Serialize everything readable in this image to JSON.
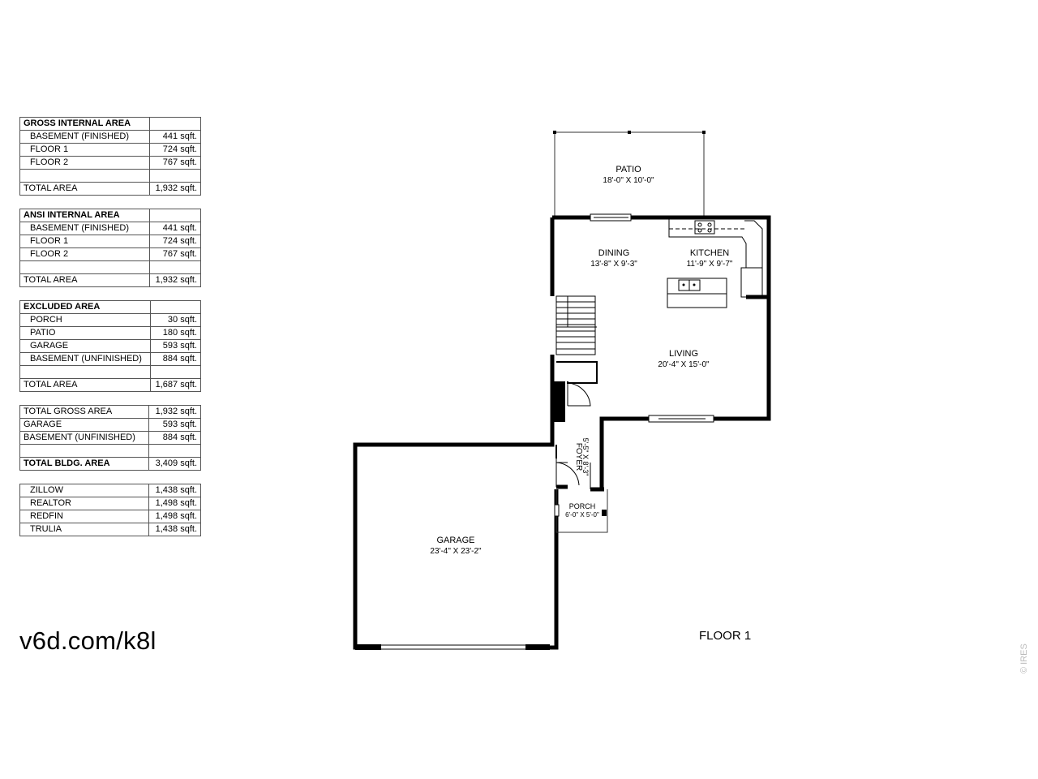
{
  "gross_internal": {
    "header": "GROSS INTERNAL AREA",
    "rows": [
      {
        "label": "BASEMENT (FINISHED)",
        "value": "441 sqft."
      },
      {
        "label": "FLOOR 1",
        "value": "724 sqft."
      },
      {
        "label": "FLOOR 2",
        "value": "767 sqft."
      }
    ],
    "total_label": "TOTAL AREA",
    "total_value": "1,932 sqft."
  },
  "ansi_internal": {
    "header": "ANSI INTERNAL AREA",
    "rows": [
      {
        "label": "BASEMENT (FINISHED)",
        "value": "441 sqft."
      },
      {
        "label": "FLOOR 1",
        "value": "724 sqft."
      },
      {
        "label": "FLOOR 2",
        "value": "767 sqft."
      }
    ],
    "total_label": "TOTAL AREA",
    "total_value": "1,932 sqft."
  },
  "excluded": {
    "header": "EXCLUDED AREA",
    "rows": [
      {
        "label": "PORCH",
        "value": "30 sqft."
      },
      {
        "label": "PATIO",
        "value": "180 sqft."
      },
      {
        "label": "GARAGE",
        "value": "593 sqft."
      },
      {
        "label": "BASEMENT (UNFINISHED)",
        "value": "884 sqft."
      }
    ],
    "total_label": "TOTAL AREA",
    "total_value": "1,687 sqft."
  },
  "summary": {
    "rows": [
      {
        "label": "TOTAL GROSS AREA",
        "value": "1,932 sqft."
      },
      {
        "label": "GARAGE",
        "value": "593 sqft."
      },
      {
        "label": "BASEMENT (UNFINISHED)",
        "value": "884 sqft."
      }
    ],
    "total_label": "TOTAL BLDG. AREA",
    "total_value": "3,409 sqft."
  },
  "listings": {
    "rows": [
      {
        "label": "ZILLOW",
        "value": "1,438 sqft."
      },
      {
        "label": "REALTOR",
        "value": "1,498 sqft."
      },
      {
        "label": "REDFIN",
        "value": "1,498 sqft."
      },
      {
        "label": "TRULIA",
        "value": "1,438 sqft."
      }
    ]
  },
  "short_url": "v6d.com/k8l",
  "floor_label": "FLOOR 1",
  "copyright": "© IRES",
  "rooms": {
    "patio": {
      "name": "PATIO",
      "dim": "18'-0\" X 10'-0\""
    },
    "dining": {
      "name": "DINING",
      "dim": "13'-8\" X 9'-3\""
    },
    "kitchen": {
      "name": "KITCHEN",
      "dim": "11'-9\" X 9'-7\""
    },
    "living": {
      "name": "LIVING",
      "dim": "20'-4\" X 15'-0\""
    },
    "foyer": {
      "name": "FOYER",
      "dim": "5'-5\" X 8'-3\""
    },
    "porch": {
      "name": "PORCH",
      "dim": "6'-0\" X 5'-0\""
    },
    "garage": {
      "name": "GARAGE",
      "dim": "23'-4\" X 23'-2\""
    }
  }
}
